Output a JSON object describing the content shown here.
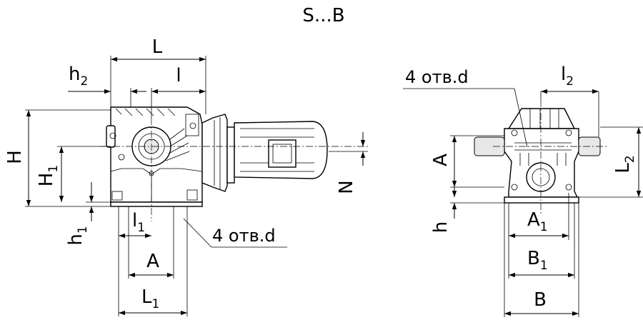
{
  "title": "S...B",
  "labels": {
    "L": "L",
    "h2": "h",
    "h2_sub": "2",
    "l": "l",
    "H": "H",
    "H1": "H",
    "H1_sub": "1",
    "h1": "h",
    "h1_sub": "1",
    "l1": "l",
    "l1_sub": "1",
    "holes_left": "4 отв.d",
    "A_left": "A",
    "L1": "L",
    "L1_sub": "1",
    "N": "N",
    "holes_right": "4 отв.d",
    "l2": "l",
    "l2_sub": "2",
    "A_right": "A",
    "L2": "L",
    "L2_sub": "2",
    "h_right": "h",
    "A1": "A",
    "A1_sub": "1",
    "B1": "B",
    "B1_sub": "1",
    "B": "B"
  }
}
